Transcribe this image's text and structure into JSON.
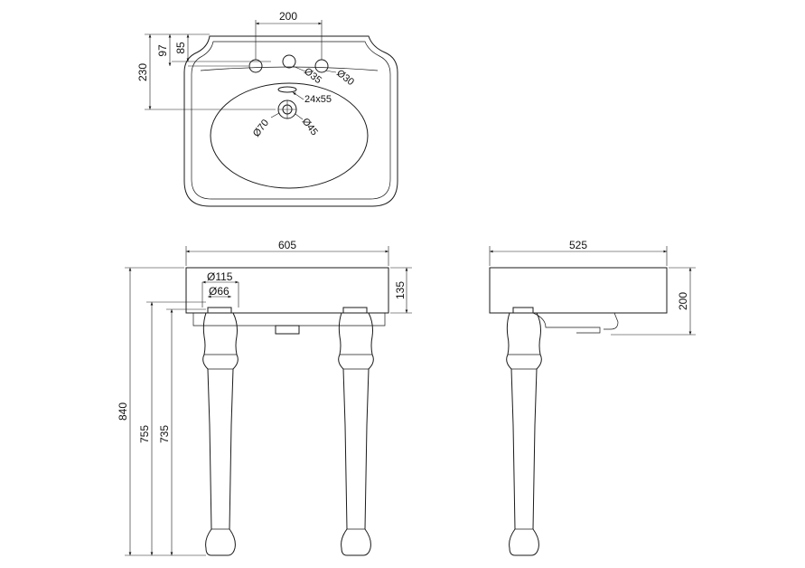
{
  "top_view": {
    "tap_spacing": "200",
    "dim_97": "97",
    "dim_85": "85",
    "dim_230": "230",
    "tap_hole_35": "Ø35",
    "tap_hole_30": "Ø30",
    "overflow_slot": "24x55",
    "waste_70": "Ø70",
    "waste_45": "Ø45"
  },
  "front_view": {
    "width": "605",
    "basin_height": "135",
    "leg_dia_outer": "Ø115",
    "leg_dia_inner": "Ø66",
    "total_height": "840",
    "height_755": "755",
    "height_735": "735"
  },
  "side_view": {
    "depth": "525",
    "height_200": "200"
  },
  "colors": {
    "line": "#1a1a1a",
    "background": "#ffffff"
  }
}
